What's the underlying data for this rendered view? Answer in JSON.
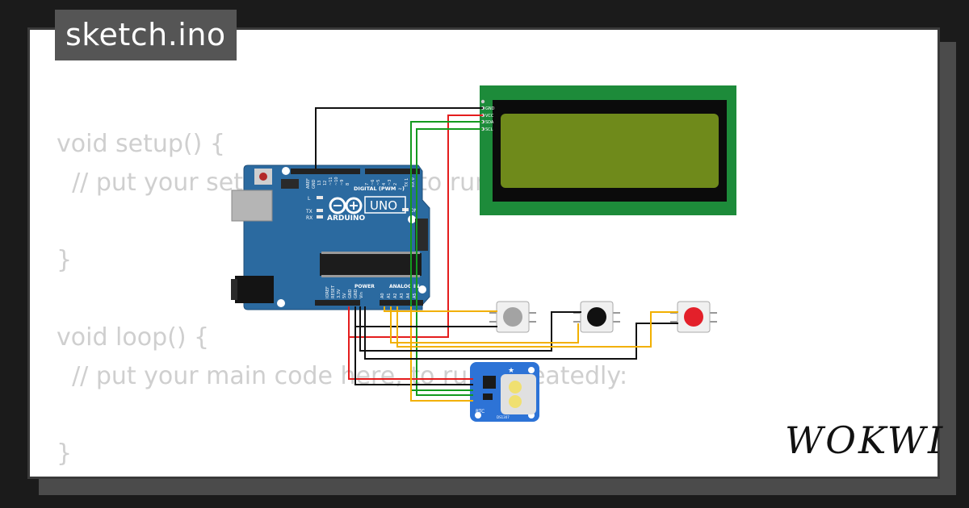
{
  "title": "sketch.ino",
  "brand": "WOKWI",
  "code_lines": [
    "void setup() {",
    "  // put your setup code here, to run once:",
    "",
    "}",
    "",
    "void loop() {",
    "  // put your main code here, to run repeatedly:",
    "",
    "}"
  ],
  "board": {
    "digital_label": "DIGITAL (PWM ~)",
    "name": "ARDUINO",
    "model": "UNO",
    "power_label": "POWER",
    "analog_label": "ANALOG IN",
    "led_l": "L",
    "led_tx": "TX",
    "led_rx": "RX",
    "led_on": "ON",
    "aref": "AREF",
    "gnd": "GND",
    "pins_digital": [
      "13",
      "12",
      "~11",
      "~10",
      "~9",
      "8",
      "7",
      "~6",
      "~5",
      "4",
      "~3",
      "2",
      "TX 1",
      "RX 0"
    ],
    "pins_power": [
      "IOREF",
      "RESET",
      "3.3V",
      "5V",
      "GND",
      "GND",
      "Vin"
    ],
    "pins_analog": [
      "A0",
      "A1",
      "A2",
      "A3",
      "A4",
      "A5"
    ]
  },
  "lcd": {
    "pins": [
      "GND",
      "VCC",
      "SDA",
      "SCL"
    ]
  },
  "rtc": {
    "label": "RTC",
    "chip": "DS1307"
  },
  "buttons": [
    {
      "color": "#a3a3a3"
    },
    {
      "color": "#111111"
    },
    {
      "color": "#e3202a"
    }
  ],
  "colors": {
    "board": "#2b6aa0",
    "lcd_pcb": "#1d8b3a",
    "lcd_screen": "#6f8a1b",
    "rtc_pcb": "#2d73d6",
    "wire_black": "#111111",
    "wire_red": "#e41d1d",
    "wire_green": "#139a1e",
    "wire_yellow": "#f2b000"
  }
}
